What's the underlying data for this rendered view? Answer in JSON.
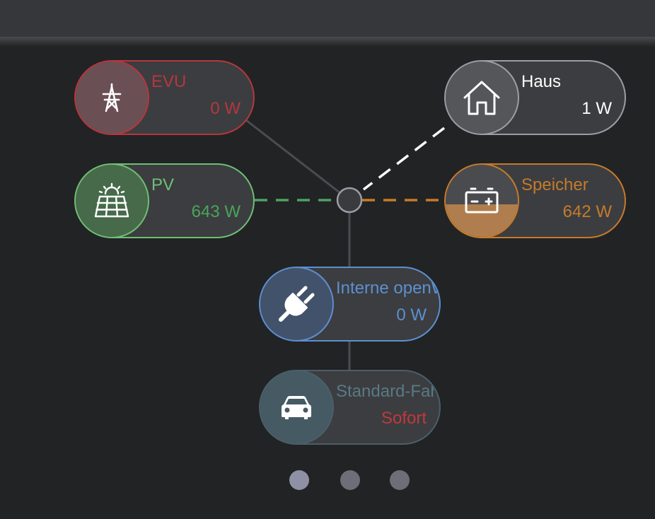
{
  "colors": {
    "grid": "#b5373d",
    "pv": "#6fbf73",
    "pv_text": "#4aa55a",
    "home": "#9a9ea5",
    "battery": "#c67b2a",
    "charge_point": "#5c8fd1",
    "vehicle": "#4a5f6a",
    "vehicle_text": "#577a86",
    "mode_text": "#c0393e"
  },
  "nodes": {
    "evu": {
      "label": "EVU",
      "value": "0 W",
      "icon": "power-pole-icon"
    },
    "pv": {
      "label": "PV",
      "value": "643 W",
      "icon": "solar-panel-icon"
    },
    "haus": {
      "label": "Haus",
      "value": "1 W",
      "icon": "house-icon"
    },
    "speicher": {
      "label": "Speicher",
      "value": "642 W",
      "icon": "battery-icon",
      "soc_percent": 45
    },
    "ladepunkt": {
      "label": "Interne openWB",
      "value": "0 W",
      "icon": "plug-icon"
    },
    "fahrzeug": {
      "label": "Standard-Fahrzeug",
      "value": "Sofort",
      "icon": "car-icon"
    }
  },
  "pagination": {
    "pages": 3,
    "active": 1
  }
}
